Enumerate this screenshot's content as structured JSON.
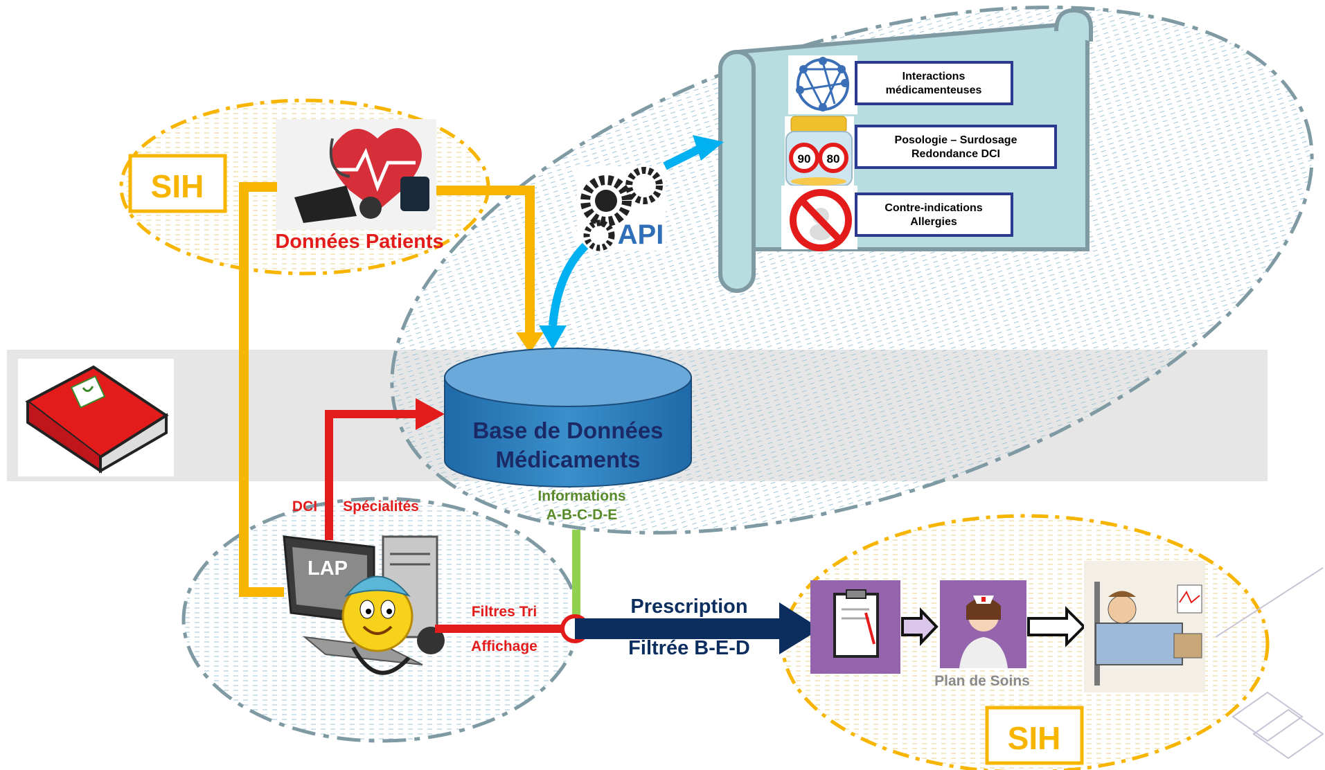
{
  "sih_top": "SIH",
  "sih_bottom": "SIH",
  "donnees_patients": "Données Patients",
  "api": "API",
  "database": {
    "line1": "Base de Données",
    "line2": "Médicaments"
  },
  "lap": "LAP",
  "dci": "DCI",
  "specialites": "Spécialités",
  "informations": {
    "line1": "Informations",
    "line2": "A-B-C-D-E"
  },
  "filtres_tri": "Filtres Tri",
  "affichage": "Affichage",
  "prescription": {
    "line1": "Prescription",
    "line2": "Filtrée B-E-D"
  },
  "plan_de_soins": "Plan de Soins",
  "scroll_boxes": [
    {
      "line1": "Interactions",
      "line2": "médicamenteuses"
    },
    {
      "line1": "Posologie – Surdosage",
      "line2": "Redondance DCI"
    },
    {
      "line1": "Contre-indications",
      "line2": "Allergies"
    }
  ],
  "speed_signs": [
    "90",
    "80"
  ],
  "colors": {
    "sih_gold": "#f7b500",
    "api_blue": "#00b0f0",
    "red": "#e31b1b",
    "green": "#92d050",
    "navy": "#0b2e5e",
    "db_blue": "#3a8fcb",
    "scroll_fill": "#b7dde0",
    "purple": "#9464ad"
  },
  "icons": [
    "book-icon",
    "medical-devices-icon",
    "gears-icon",
    "network-icon",
    "pill-jar-icon",
    "no-entry-icon",
    "computer-icon",
    "doctor-smiley-icon",
    "clipboard-icon",
    "nurse-icon",
    "hospital-bed-icon"
  ]
}
